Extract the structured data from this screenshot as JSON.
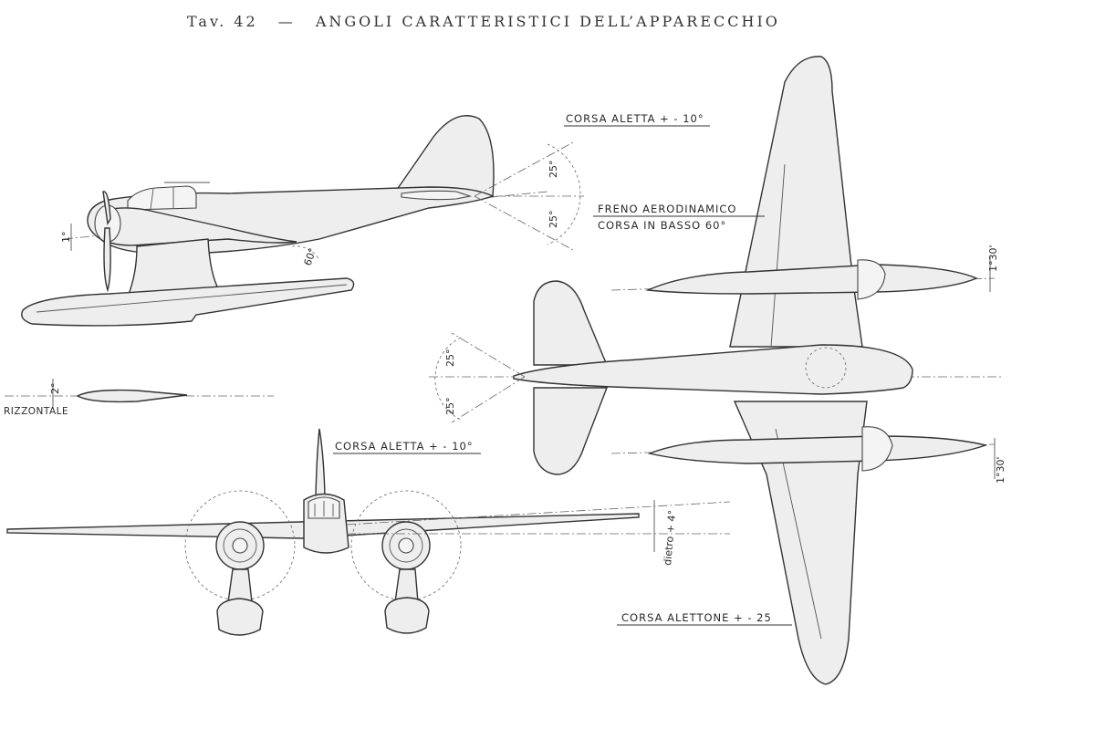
{
  "header": {
    "plate": "Tav. 42",
    "dash": "—",
    "title": "ANGOLI CARATTERISTICI DELL’APPARECCHIO"
  },
  "side_view": {
    "flap_travel": "CORSA ALETTA + - 10°",
    "elevator_up": "25°",
    "elevator_down": "25°",
    "nose_angle": "1°",
    "float_angle": "60°"
  },
  "horizontal_ref": {
    "angle": "2°",
    "label": "RIZZONTALE"
  },
  "front_view": {
    "flap_travel": "CORSA ALETTA + - 10°",
    "dihedral": "dietro + 4°"
  },
  "plan_view": {
    "airbrake_line1": "FRENO AERODINAMICO",
    "airbrake_line2": "CORSA IN BASSO 60°",
    "engine_angle_top": "1°30'",
    "engine_angle_bottom": "1°30'",
    "rudder_up": "25°",
    "rudder_down": "25°",
    "aileron_travel": "CORSA ALETTONE + - 25"
  }
}
